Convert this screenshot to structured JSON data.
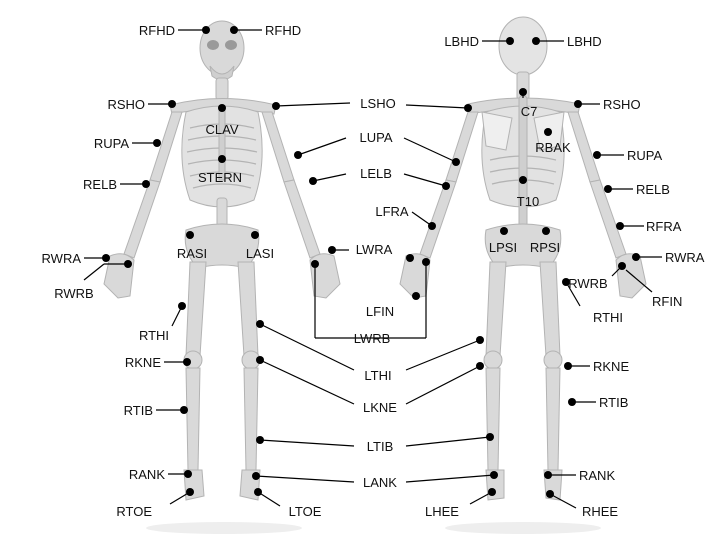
{
  "colors": {
    "bone": "#d9d9d9",
    "bone_dark": "#b3b3b3",
    "bone_light": "#ececec",
    "shadow": "#eeeeee",
    "marker": "#000000",
    "line": "#000000"
  },
  "front": {
    "labels": {
      "rfhd_left": "RFHD",
      "rfhd_right": "RFHD",
      "rsho": "RSHO",
      "lsho": "LSHO",
      "clav": "CLAV",
      "rupa": "RUPA",
      "lupa": "LUPA",
      "relb": "RELB",
      "lelb": "LELB",
      "stern": "STERN",
      "lfra": "LFRA",
      "rwra": "RWRA",
      "lwra": "LWRA",
      "rasi": "RASI",
      "lasi": "LASI",
      "rwrb": "RWRB",
      "lfin": "LFIN",
      "lwrb": "LWRB",
      "rthi": "RTHI",
      "lthi": "LTHI",
      "rkne": "RKNE",
      "lkne": "LKNE",
      "rtib": "RTIB",
      "ltib": "LTIB",
      "rank": "RANK",
      "lank": "LANK",
      "rtoe": "RTOE",
      "ltoe": "LTOE"
    }
  },
  "back": {
    "labels": {
      "lbhd": "LBHD",
      "rbhd": "LBHD",
      "c7": "C7",
      "rsho": "RSHO",
      "rbak": "RBAK",
      "rupa": "RUPA",
      "relb": "RELB",
      "t10": "T10",
      "rfra": "RFRA",
      "lpsi": "LPSI",
      "rpsi": "RPSI",
      "rwra": "RWRA",
      "rwrb": "RWRB",
      "rfin": "RFIN",
      "rthi": "RTHI",
      "rkne": "RKNE",
      "rtib": "RTIB",
      "rank": "RANK",
      "lhee": "LHEE",
      "rhee": "RHEE"
    }
  }
}
